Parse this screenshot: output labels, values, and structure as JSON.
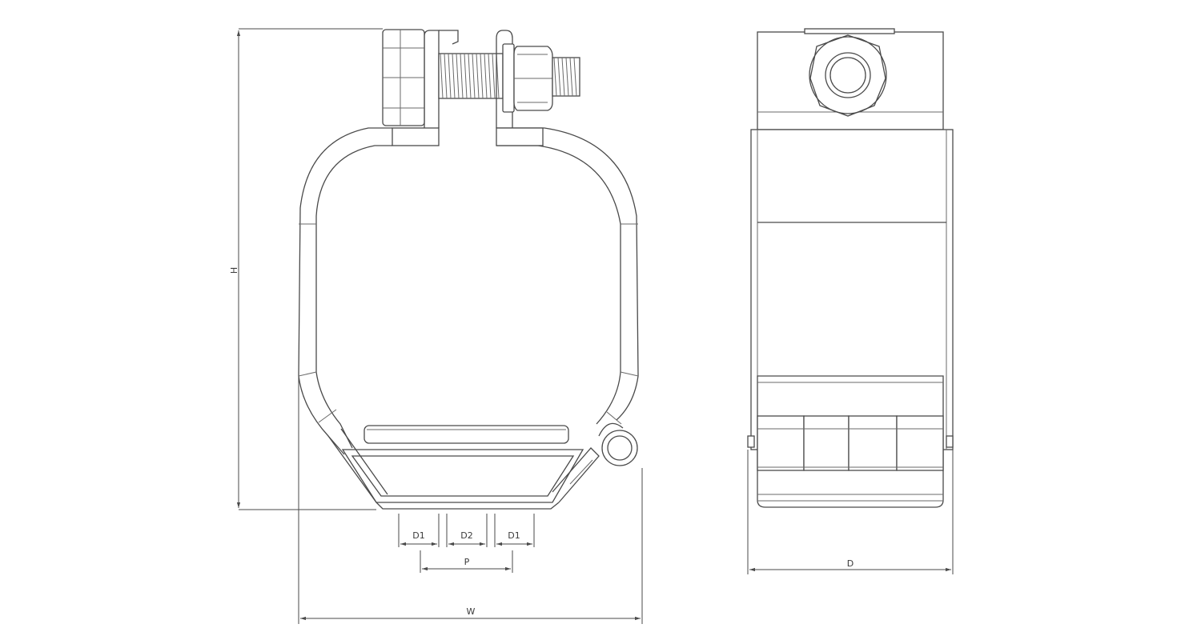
{
  "dimensions": {
    "height_label": "H",
    "width_label": "W",
    "depth_label": "D",
    "pitch_label": "P",
    "d1_left_label": "D1",
    "d2_label": "D2",
    "d1_right_label": "D1"
  },
  "colors": {
    "line": "#4a4a4a",
    "background": "#ffffff"
  }
}
